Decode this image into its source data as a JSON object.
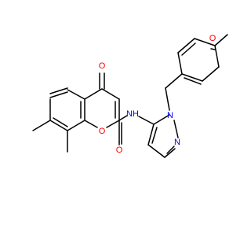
{
  "molecule": {
    "atoms": {
      "ketone_o": {
        "text": "O",
        "color": "#FF0000"
      },
      "ring_o": {
        "text": "O",
        "color": "#FF0000"
      },
      "amide_o": {
        "text": "O",
        "color": "#FF0000"
      },
      "amide_nh": {
        "text": "NH",
        "color": "#0000FF"
      },
      "pyrazole_n1": {
        "text": "N",
        "color": "#0000FF"
      },
      "pyrazole_n2": {
        "text": "N",
        "color": "#0000FF"
      },
      "methoxy_o": {
        "text": "O",
        "color": "#FF0000"
      }
    },
    "bond_color": "#000000"
  }
}
